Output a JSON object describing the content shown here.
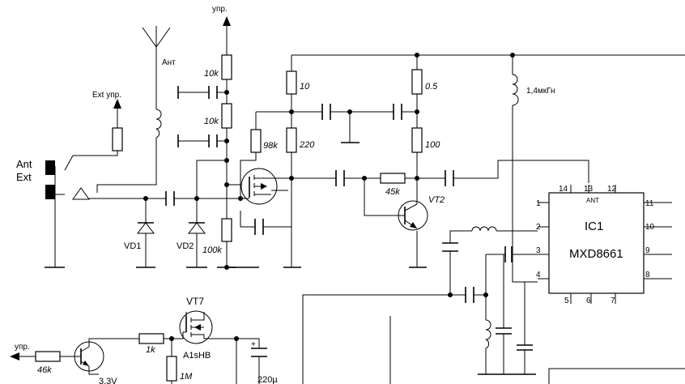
{
  "labels": {
    "upr_top": "упр.",
    "ant_coil": "Ант",
    "ext_upr": "Ext упр.",
    "ant_ext_1": "Ant",
    "ant_ext_2": "Ext",
    "upr_bottom": "упр."
  },
  "components": {
    "r_10k_1": "10k",
    "r_10k_2": "10k",
    "r_98k": "98k",
    "r_10": "10",
    "r_220": "220",
    "r_05": "0.5",
    "r_100": "100",
    "r_45k": "45k",
    "r_100k": "100k",
    "r_46k": "46k",
    "r_1k": "1k",
    "r_1m": "1M",
    "l_14": "1,4мкГн",
    "vd1": "VD1",
    "vd2": "VD2",
    "vt2": "VT2",
    "vt7": "VT7",
    "a1shb": "A1sHB",
    "c_220u": "220µ",
    "v33": "3,3V",
    "plus": "+"
  },
  "ic": {
    "name": "IC1",
    "part": "MXD8661",
    "ant_pin": "ANT",
    "pins": {
      "p1": "1",
      "p2": "2",
      "p3": "3",
      "p4": "4",
      "p5": "5",
      "p6": "6",
      "p7": "7",
      "p8": "8",
      "p9": "9",
      "p10": "10",
      "p11": "11",
      "p12": "12",
      "p13": "13",
      "p14": "14"
    }
  }
}
